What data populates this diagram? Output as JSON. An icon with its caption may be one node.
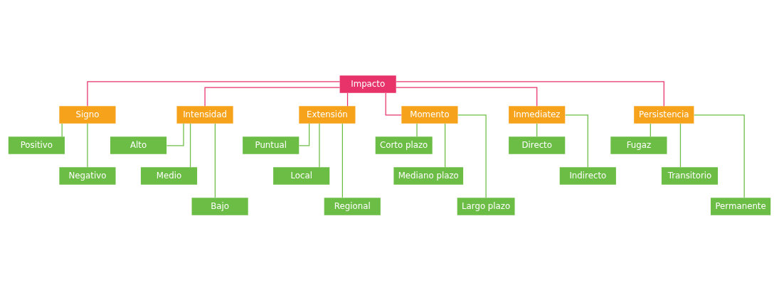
{
  "diagram": {
    "nodes": [
      {
        "text": [
          "Impacto"
        ]
      },
      {
        "text": [
          "Signo"
        ]
      },
      {
        "text": [
          "Intensidad"
        ]
      },
      {
        "text": [
          "Extensión"
        ]
      },
      {
        "text": [
          "Momento"
        ]
      },
      {
        "text": [
          "Inmediatez"
        ]
      },
      {
        "text": [
          "Persistencia"
        ]
      },
      {
        "text": [
          "Positivo"
        ]
      },
      {
        "text": [
          "Negativo"
        ]
      },
      {
        "text": [
          "Alto"
        ]
      },
      {
        "text": [
          "Medio"
        ]
      },
      {
        "text": [
          "Bajo"
        ]
      },
      {
        "text": [
          "Puntual"
        ]
      },
      {
        "text": [
          "Local"
        ]
      },
      {
        "text": [
          "Regional"
        ]
      },
      {
        "text": [
          "Corto plazo"
        ]
      },
      {
        "text": [
          "Mediano plazo"
        ]
      },
      {
        "text": [
          "Largo plazo"
        ]
      },
      {
        "text": [
          "Directo"
        ]
      },
      {
        "text": [
          "Indirecto"
        ]
      },
      {
        "text": [
          "Fugaz"
        ]
      },
      {
        "text": [
          "Transitorio"
        ]
      },
      {
        "text": [
          "Permanente"
        ]
      }
    ],
    "edges": [
      {
        "from": 0,
        "to": 1,
        "arrow": "none",
        "color": "#e8336a"
      },
      {
        "from": 0,
        "to": 2,
        "arrow": "none",
        "color": "#e8336a"
      },
      {
        "from": 0,
        "to": 3,
        "arrow": "none",
        "color": "#e8336a"
      },
      {
        "from": 0,
        "to": 4,
        "arrow": "none",
        "color": "#e8336a"
      },
      {
        "from": 0,
        "to": 5,
        "arrow": "none",
        "color": "#e8336a"
      },
      {
        "from": 0,
        "to": 6,
        "arrow": "none",
        "color": "#e8336a"
      },
      {
        "from": 1,
        "to": 7,
        "arrow": "none"
      },
      {
        "from": 1,
        "to": 8,
        "arrow": "none"
      },
      {
        "from": 2,
        "to": 9,
        "arrow": "none"
      },
      {
        "from": 2,
        "to": 10,
        "arrow": "none"
      },
      {
        "from": 2,
        "to": 11,
        "arrow": "none"
      },
      {
        "from": 3,
        "to": 12,
        "arrow": "none"
      },
      {
        "from": 3,
        "to": 13,
        "arrow": "none"
      },
      {
        "from": 3,
        "to": 14,
        "arrow": "none"
      },
      {
        "from": 4,
        "to": 15,
        "arrow": "none"
      },
      {
        "from": 4,
        "to": 16,
        "arrow": "none"
      },
      {
        "from": 4,
        "to": 17,
        "arrow": "none"
      },
      {
        "from": 5,
        "to": 18,
        "arrow": "none"
      },
      {
        "from": 5,
        "to": 19,
        "arrow": "none"
      },
      {
        "from": 6,
        "to": 20,
        "arrow": "none"
      },
      {
        "from": 6,
        "to": 21,
        "arrow": "none"
      },
      {
        "from": 6,
        "to": 22,
        "arrow": "none"
      }
    ]
  }
}
